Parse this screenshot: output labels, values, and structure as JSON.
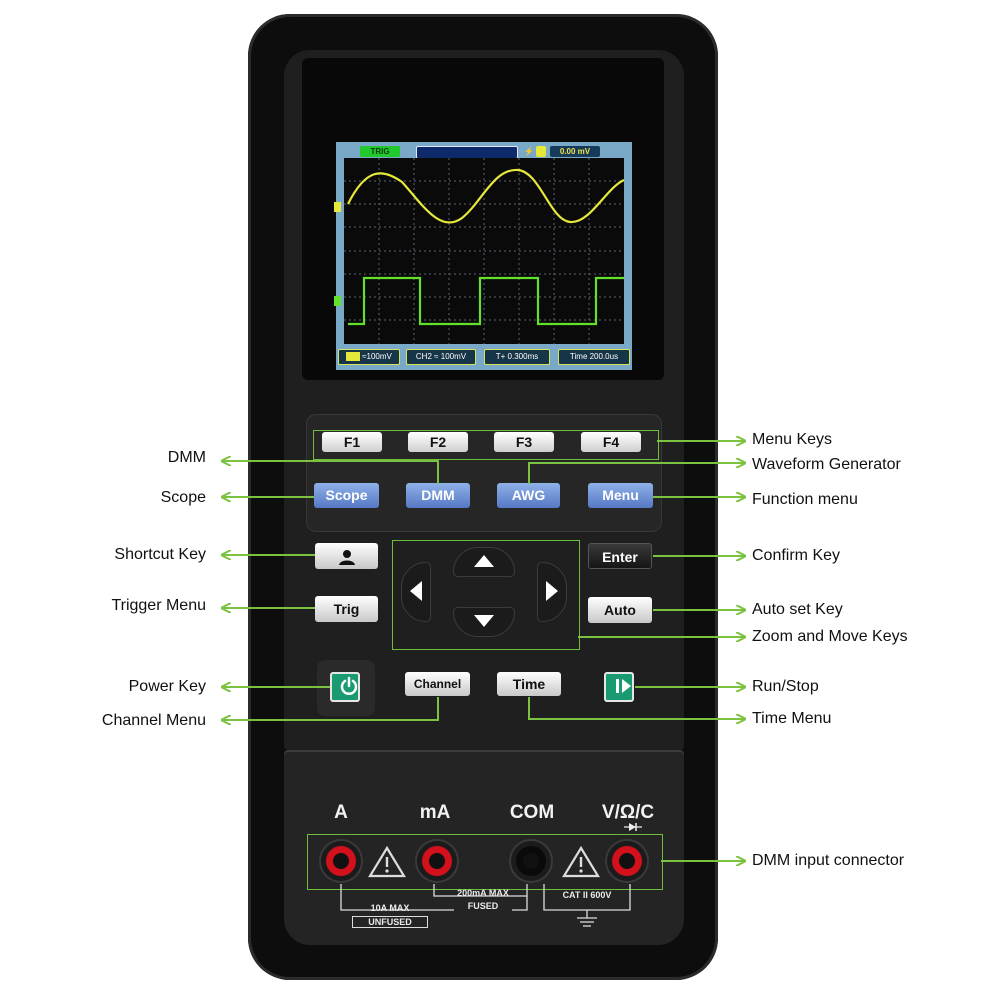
{
  "screen": {
    "trig_badge": "TRIG",
    "offset_readout": "0.00 mV",
    "ch1_badge": "≈100mV",
    "ch2_badge": "CH2 ≈ 100mV",
    "trig_time": "T+ 0.300ms",
    "time_base": "Time 200.0us"
  },
  "keys": {
    "f1": "F1",
    "f2": "F2",
    "f3": "F3",
    "f4": "F4",
    "scope": "Scope",
    "dmm": "DMM",
    "awg": "AWG",
    "menu": "Menu",
    "trig": "Trig",
    "enter": "Enter",
    "auto": "Auto",
    "channel": "Channel",
    "time": "Time"
  },
  "terminals": {
    "a": "A",
    "ma": "mA",
    "com": "COM",
    "v": "V/Ω/C",
    "rating_10a": "10A MAX",
    "unfused": "UNFUSED",
    "rating_200ma": "200mA MAX",
    "fused": "FUSED",
    "cat": "CAT II 600V"
  },
  "labels_left": {
    "dmm": "DMM",
    "scope": "Scope",
    "shortcut": "Shortcut Key",
    "trigger_menu": "Trigger Menu",
    "power": "Power Key",
    "channel_menu": "Channel Menu"
  },
  "labels_right": {
    "menu_keys": "Menu Keys",
    "waveform_generator": "Waveform Generator",
    "function_menu": "Function menu",
    "confirm": "Confirm Key",
    "auto_set": "Auto set Key",
    "zoom_move": "Zoom and Move Keys",
    "run_stop": "Run/Stop",
    "time_menu": "Time Menu",
    "dmm_input": "DMM input connector"
  },
  "icons": {
    "shortcut": "person-icon",
    "power": "power-icon",
    "run_stop": "play-pause-icon",
    "warning": "warning-triangle-icon",
    "diode": "diode-icon",
    "ground": "ground-icon"
  },
  "colors": {
    "callout": "#7cc241",
    "ch1_wave": "#e6e83a",
    "ch2_wave": "#62e02c",
    "function_key": "#5f83cc",
    "terminal_ring": "#d2111d"
  }
}
